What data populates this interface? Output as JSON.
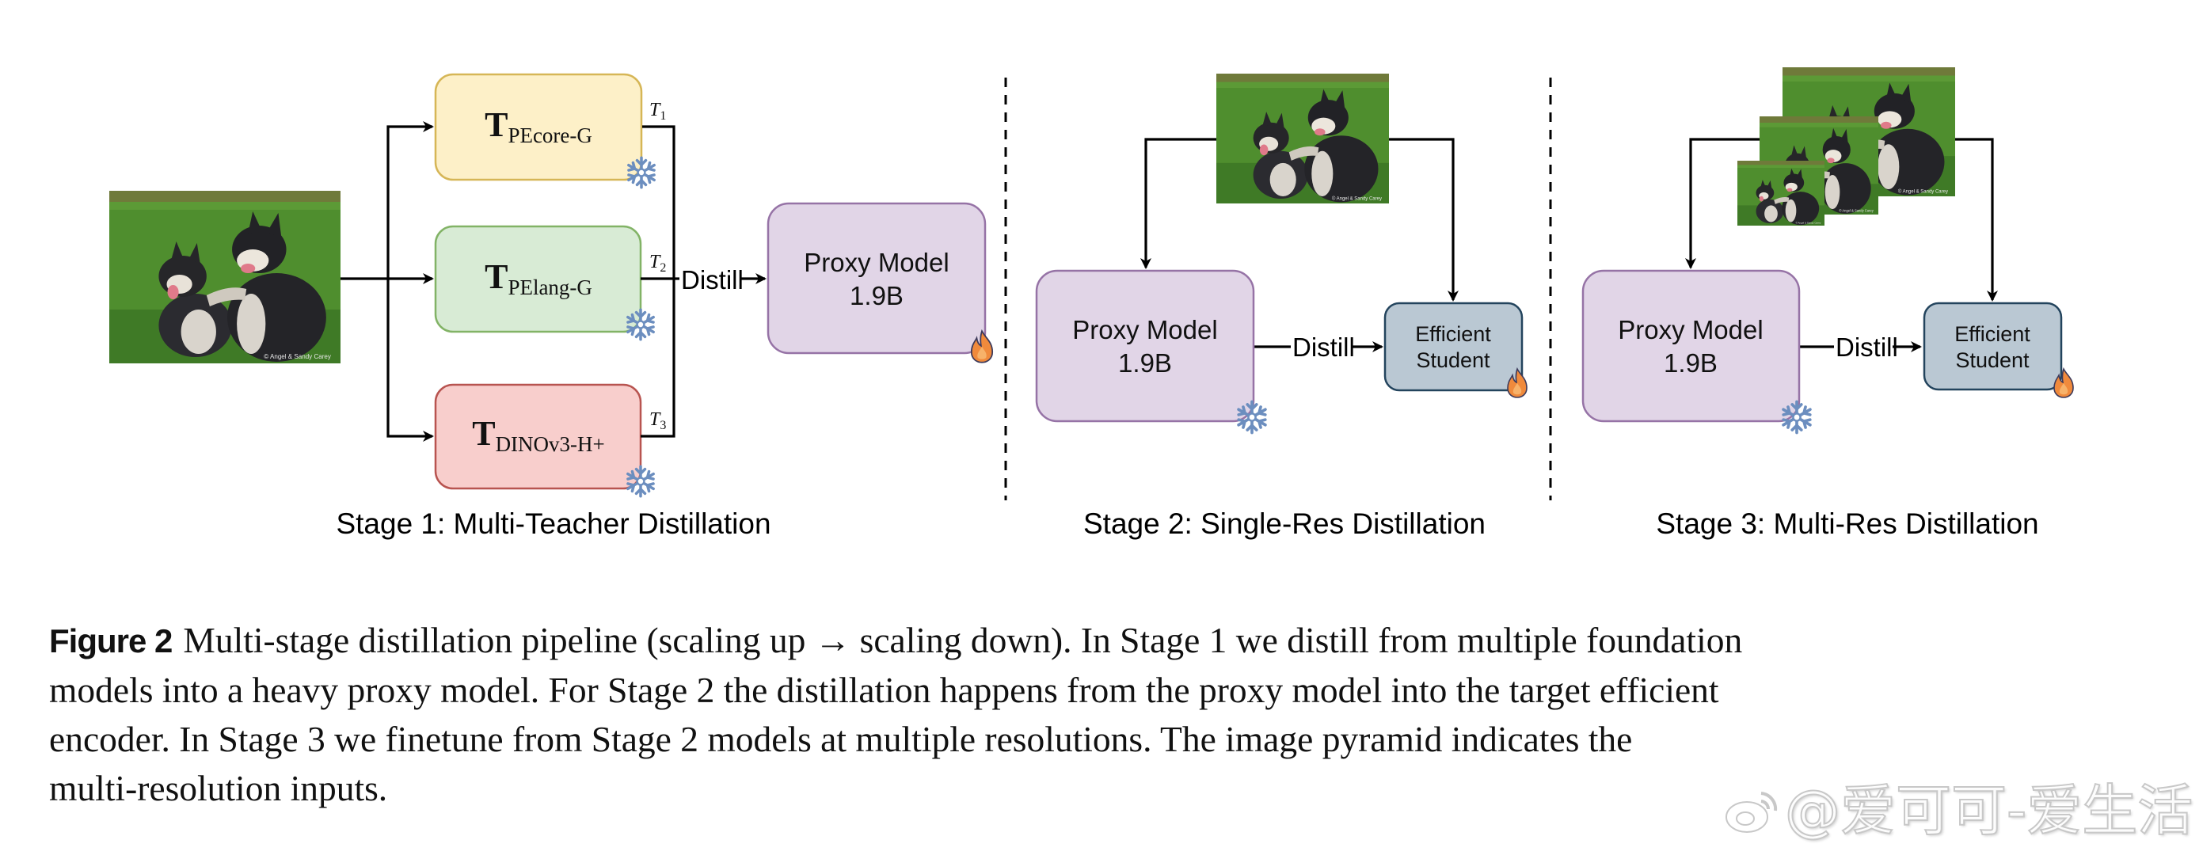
{
  "figure": {
    "label": "Figure 2",
    "caption_lines": [
      "Multi-stage distillation pipeline (scaling up → scaling down). In Stage 1 we distill from multiple foundation",
      "models into a heavy proxy model. For Stage 2 the distillation happens from the proxy model into the target efficient",
      "encoder.  In Stage 3 we finetune from Stage 2 models at multiple resolutions.  The image pyramid indicates the",
      "multi-resolution inputs."
    ]
  },
  "stage1": {
    "title": "Stage 1: Multi-Teacher Distillation",
    "input_image": "husky-puppies-photo",
    "image_credit": "© Angel & Sandy Carey",
    "teachers": [
      {
        "main": "T",
        "sub": "PEcore-G",
        "output": "T",
        "output_sub": "1",
        "color_fill": "#fdf0c8",
        "color_stroke": "#d6b656",
        "state_icon": "snowflake"
      },
      {
        "main": "T",
        "sub": "PElang-G",
        "output": "T",
        "output_sub": "2",
        "color_fill": "#d8ebd5",
        "color_stroke": "#82b366",
        "state_icon": "snowflake"
      },
      {
        "main": "T",
        "sub": "DINOv3-H+",
        "output": "T",
        "output_sub": "3",
        "color_fill": "#f8cecc",
        "color_stroke": "#b85450",
        "state_icon": "snowflake"
      }
    ],
    "edge_label": "Distill",
    "proxy": {
      "line1": "Proxy Model",
      "line2": "1.9B",
      "state_icon": "flame"
    }
  },
  "stage2": {
    "title": "Stage 2: Single-Res Distillation",
    "input_image": "husky-puppies-photo",
    "proxy": {
      "line1": "Proxy Model",
      "line2": "1.9B",
      "state_icon": "snowflake"
    },
    "edge_label": "Distill",
    "student": {
      "line1": "Efficient",
      "line2": "Student",
      "state_icon": "flame"
    }
  },
  "stage3": {
    "title": "Stage 3: Multi-Res Distillation",
    "input_image": "husky-puppies-image-pyramid",
    "pyramid_levels": 3,
    "proxy": {
      "line1": "Proxy Model",
      "line2": "1.9B",
      "state_icon": "snowflake"
    },
    "edge_label": "Distill",
    "student": {
      "line1": "Efficient",
      "line2": "Student",
      "state_icon": "flame"
    }
  },
  "colors": {
    "proxy_fill": "#e1d5e7",
    "proxy_stroke": "#9673a6",
    "student_fill": "#bac8d3",
    "student_stroke": "#23445d",
    "snowflake": "#6c8ebf",
    "flame": "#f08a3c"
  },
  "watermark": "@爱可可-爱生活"
}
